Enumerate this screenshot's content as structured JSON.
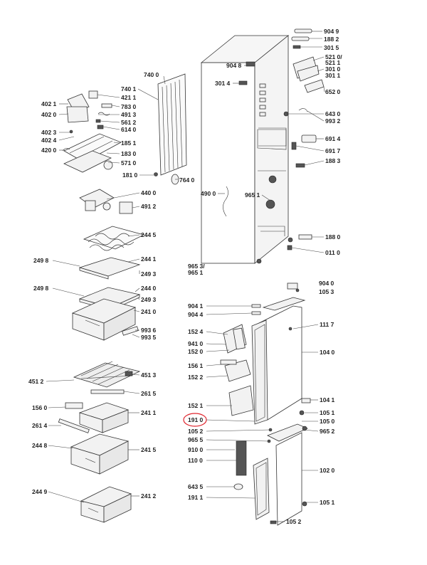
{
  "diagram": {
    "part_labels": {
      "p9049": "904 9",
      "p1882": "188 2",
      "p3015": "301 5",
      "p5210": "521 0/",
      "p5211": "521 1",
      "p3010": "301 0",
      "p3011": "301 1",
      "p9048": "904 8",
      "p3014": "301 4",
      "p6520": "652 0",
      "p6430": "643 0",
      "p9932": "993 2",
      "p6914": "691 4",
      "p6917": "691 7",
      "p1883": "188 3",
      "p7400": "740 0",
      "p7401": "740 1",
      "p4211": "421 1",
      "p4021": "402 1",
      "p7830": "783 0",
      "p4020": "402 0",
      "p4913": "491 3",
      "p5612": "561 2",
      "p6140": "614 0",
      "p4023": "402 3",
      "p4024": "402 4",
      "p1851": "185 1",
      "p4200": "420 0",
      "p1830": "183 0",
      "p5710": "571 0",
      "p1810": "181 0",
      "p7640": "764 0",
      "p4900": "490 0",
      "p9651": "965 1",
      "p4400": "440 0",
      "p4912": "491 2",
      "p2445": "244 5",
      "p1880": "188 0",
      "p0110": "011 0",
      "p2498": "249 8",
      "p2441": "244 1",
      "p2493": "249 3",
      "p9653": "965 3/",
      "p9651b": "965 1",
      "p9040": "904 0",
      "p1053": "105 3",
      "p2498b": "249 8",
      "p2440": "244 0",
      "p2493b": "249 3",
      "p2410": "241 0",
      "p9041": "904 1",
      "p9044": "904 4",
      "p1117": "111 7",
      "p9936": "993 6",
      "p9935": "993 5",
      "p1524": "152 4",
      "p9410": "941 0",
      "p1520": "152 0",
      "p1040": "104 0",
      "p1561": "156 1",
      "p1522": "152 2",
      "p4513": "451 3",
      "p4512": "451 2",
      "p2615": "261 5",
      "p1041": "104 1",
      "p1521": "152 1",
      "p1051": "105 1",
      "p1560": "156 0",
      "p2411": "241 1",
      "p1910": "191 0",
      "p1050": "105 0",
      "p2614": "261 4",
      "p1052": "105 2",
      "p9652": "965 2",
      "p9655": "965 5",
      "p2448": "244 8",
      "p2415": "241 5",
      "p9100": "910 0",
      "p1100": "110 0",
      "p1020": "102 0",
      "p6435": "643 5",
      "p2449": "244 9",
      "p2412": "241 2",
      "p1911": "191 1",
      "p1051b": "105 1",
      "p1052b": "105 2"
    },
    "highlight_color": "#e0262f"
  }
}
